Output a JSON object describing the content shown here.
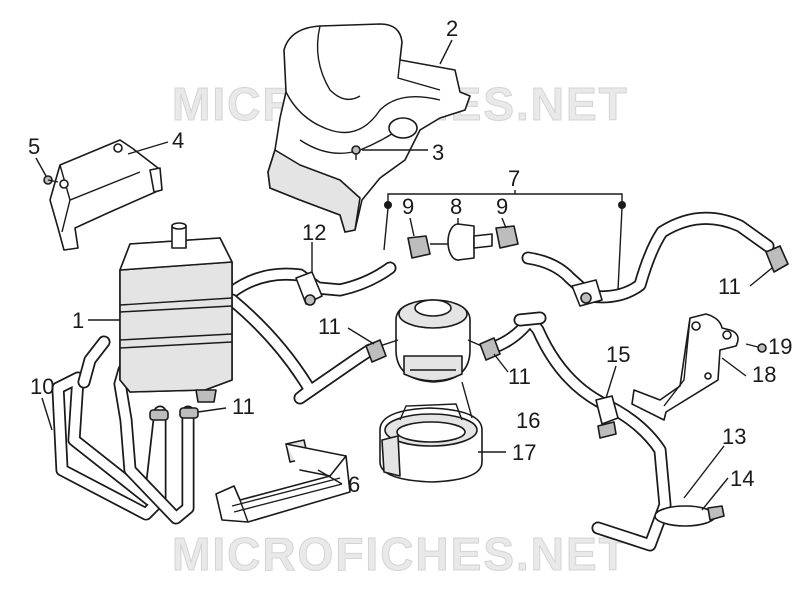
{
  "watermark": "MICROFICHES.NET",
  "callouts": {
    "c1": "1",
    "c2": "2",
    "c3": "3",
    "c4": "4",
    "c5": "5",
    "c6": "6",
    "c7": "7",
    "c8": "8",
    "c9a": "9",
    "c9b": "9",
    "c10": "10",
    "c11a": "11",
    "c11b": "11",
    "c11c": "11",
    "c11d": "11",
    "c12": "12",
    "c13": "13",
    "c14": "14",
    "c15": "15",
    "c16": "16",
    "c17": "17",
    "c18": "18",
    "c19": "19"
  }
}
